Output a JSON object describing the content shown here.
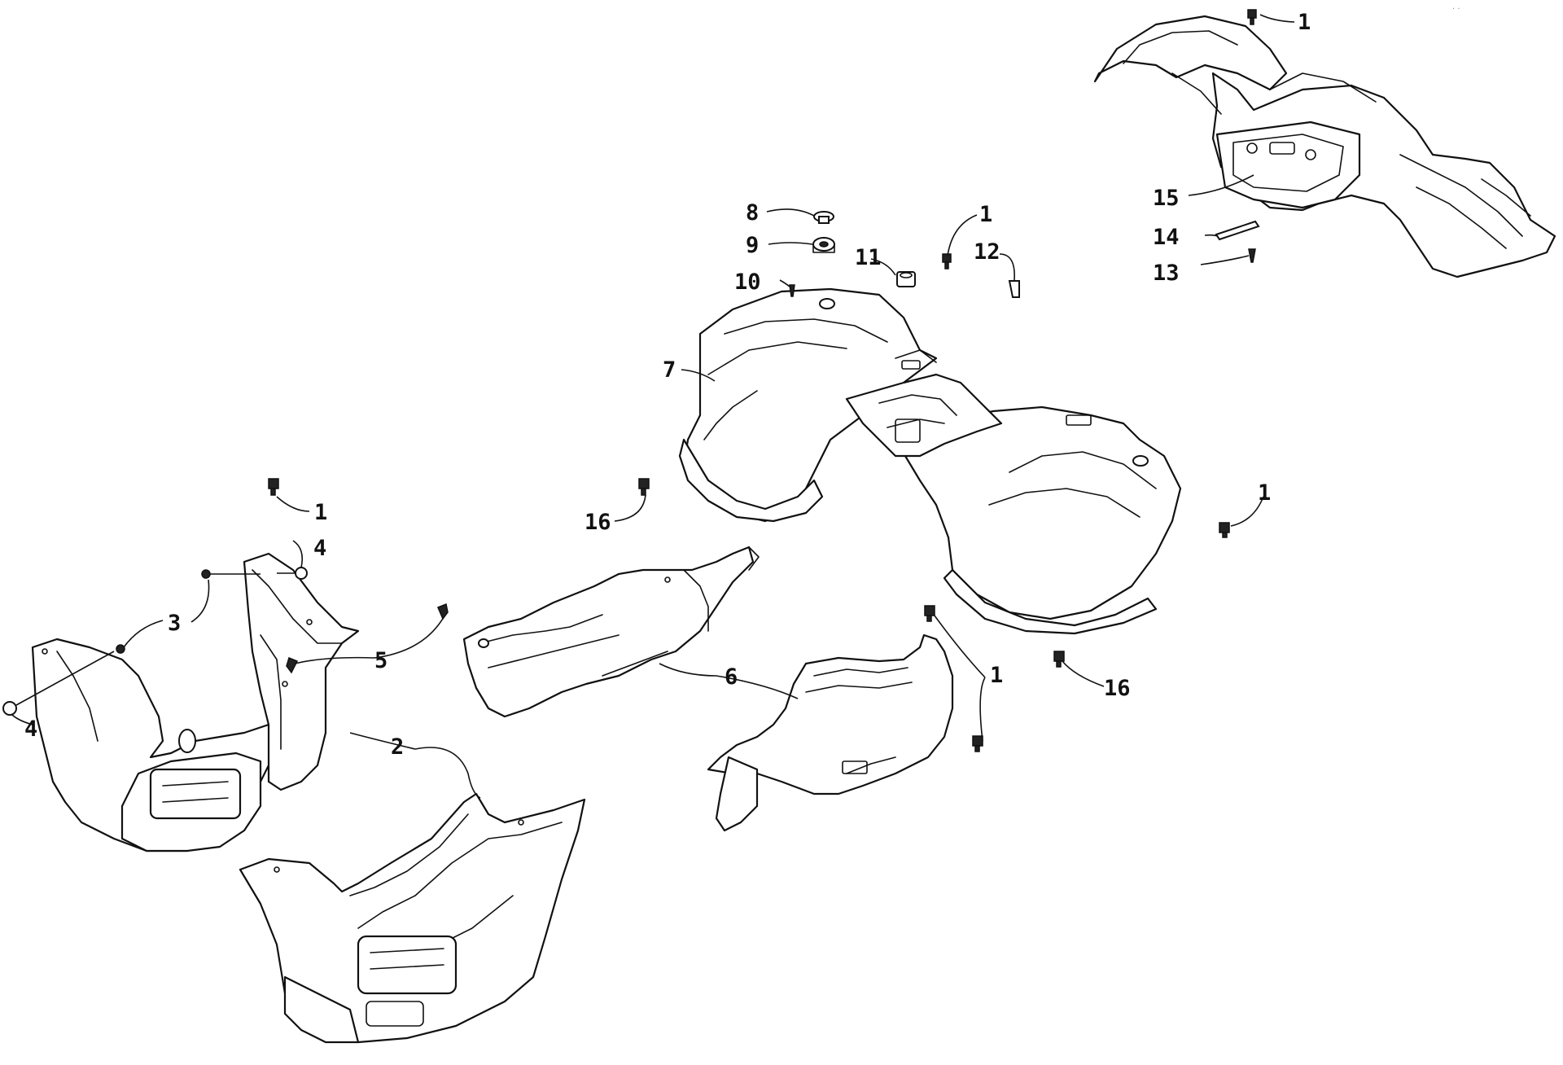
{
  "diagram": {
    "callouts": {
      "c1": "1",
      "c2": "2",
      "c3": "3",
      "c4": "4",
      "c5": "5",
      "c6": "6",
      "c7": "7",
      "c8": "8",
      "c9": "9",
      "c10": "10",
      "c11": "11",
      "c12": "12",
      "c13": "13",
      "c14": "14",
      "c15": "15",
      "c16": "16"
    },
    "colors": {
      "ink": "#111111",
      "background": "#ffffff"
    }
  }
}
